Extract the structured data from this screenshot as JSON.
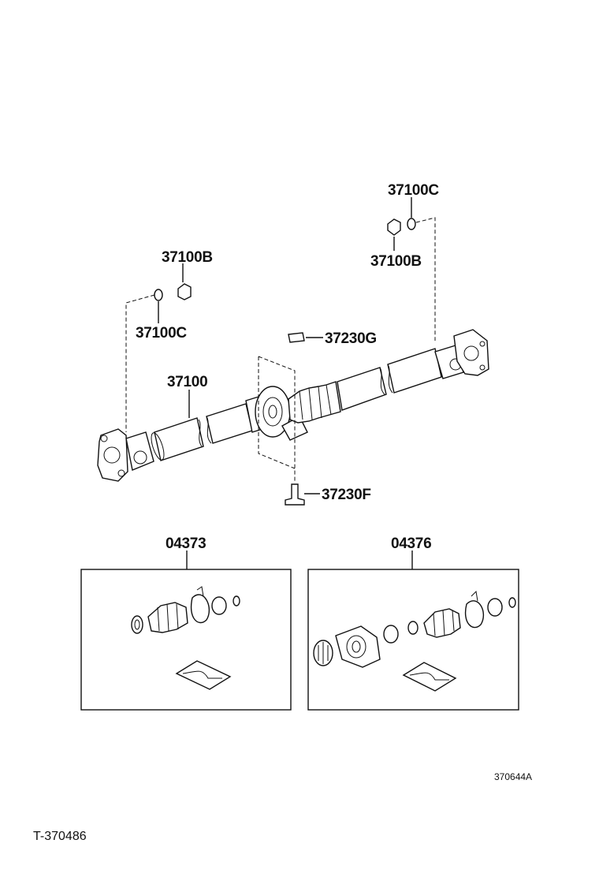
{
  "callouts": [
    {
      "id": "p37100c_top",
      "text": "37100C"
    },
    {
      "id": "p37100b_top",
      "text": "37100B"
    },
    {
      "id": "p37100b_left",
      "text": "37100B"
    },
    {
      "id": "p37100c_left",
      "text": "37100C"
    },
    {
      "id": "p37230g",
      "text": "37230G"
    },
    {
      "id": "p37100",
      "text": "37100"
    },
    {
      "id": "p37230f",
      "text": "37230F"
    },
    {
      "id": "p04373",
      "text": "04373"
    },
    {
      "id": "p04376",
      "text": "04376"
    }
  ],
  "figure_code": "370644A",
  "sheet_id": "T-370486"
}
